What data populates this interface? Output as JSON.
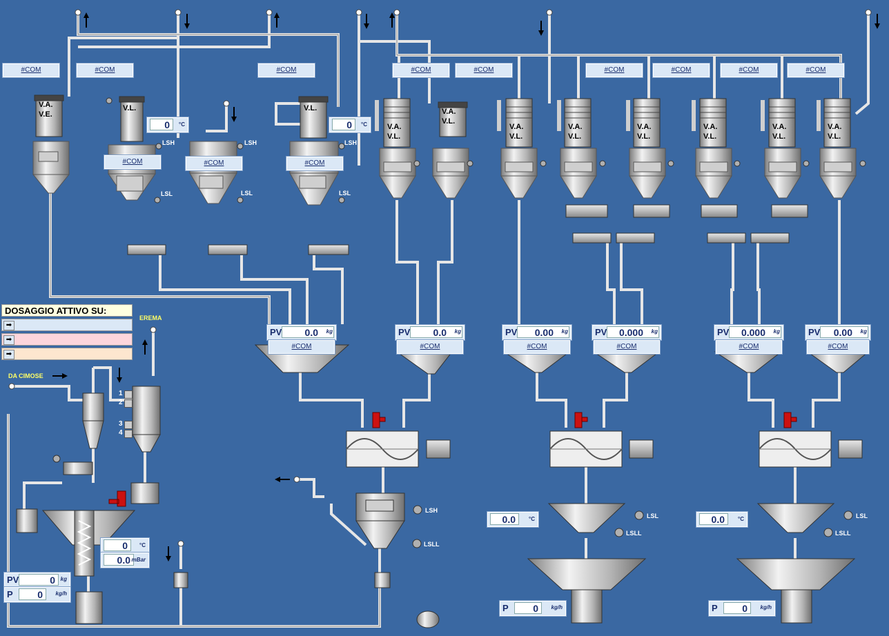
{
  "com_label": "#COM",
  "units": {
    "kg": "kg",
    "kgh": "kg/h",
    "celsius": "°C",
    "mbar": "mBar"
  },
  "pv_prefix": "PV",
  "p_prefix": "P",
  "sensors": {
    "lsh": "LSH",
    "lsl": "LSL",
    "lsll": "LSLL"
  },
  "vessel_tags": {
    "va": "V.A.",
    "vl": "V.L.",
    "ve": "V.E."
  },
  "dosing": {
    "title": "DOSAGGIO ATTIVO SU:",
    "rows": [
      {
        "arrow": "➡",
        "color": "#dbe8f6"
      },
      {
        "arrow": "➡",
        "color": "#fdd6dc"
      },
      {
        "arrow": "➡",
        "color": "#fde6cf"
      }
    ]
  },
  "labels": {
    "erema": "EREMA",
    "da_cimose": "DA CIMOSE"
  },
  "filter_numbers": [
    "1",
    "2",
    "3",
    "4"
  ],
  "scales": [
    {
      "pv": "0.0",
      "unit": "kg"
    },
    {
      "pv": "0.0",
      "unit": "kg"
    },
    {
      "pv": "0.00",
      "unit": "kg"
    },
    {
      "pv": "0.000",
      "unit": "kg"
    },
    {
      "pv": "0.000",
      "unit": "kg"
    },
    {
      "pv": "0.00",
      "unit": "kg"
    }
  ],
  "temps": {
    "t1": "0",
    "t2": "0",
    "extruder_temp": "0",
    "extruder_pressure": "0.0",
    "mixer1_temp": "0.0",
    "mixer2_temp": "0.0"
  },
  "extruder": {
    "pv": "0",
    "p": "0"
  },
  "outputs": {
    "p1": "0",
    "p2": "0"
  },
  "colors": {
    "background": "#3a68a2",
    "pipe": "#e8e8e8",
    "alarm": "#cc1111"
  }
}
